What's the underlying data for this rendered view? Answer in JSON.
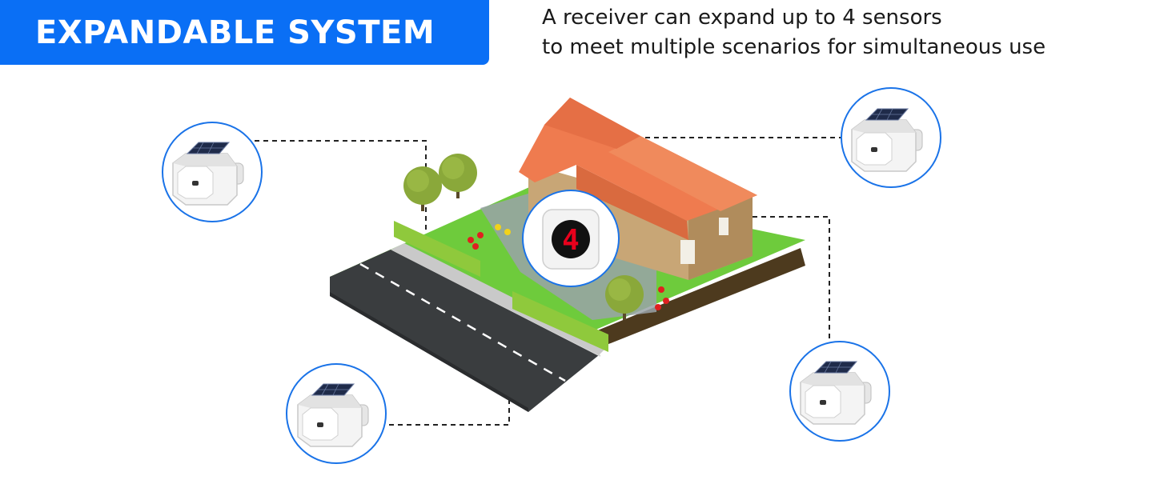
{
  "header": {
    "badge_label": "EXPANDABLE SYSTEM",
    "description_line1": "A receiver can expand up to 4 sensors",
    "description_line2": "to meet multiple scenarios for simultaneous use"
  },
  "receiver": {
    "display_digit": "4",
    "digit_color": "#e8001c"
  },
  "colors": {
    "accent": "#0a6ff5",
    "circle_border": "#1a73e8",
    "roof": "#ef7b4f",
    "grass": "#6ecb3c",
    "road": "#3a3d3f"
  },
  "icons": [
    "solar-motion-sensor-icon",
    "receiver-icon",
    "house-icon",
    "tree-icon"
  ]
}
